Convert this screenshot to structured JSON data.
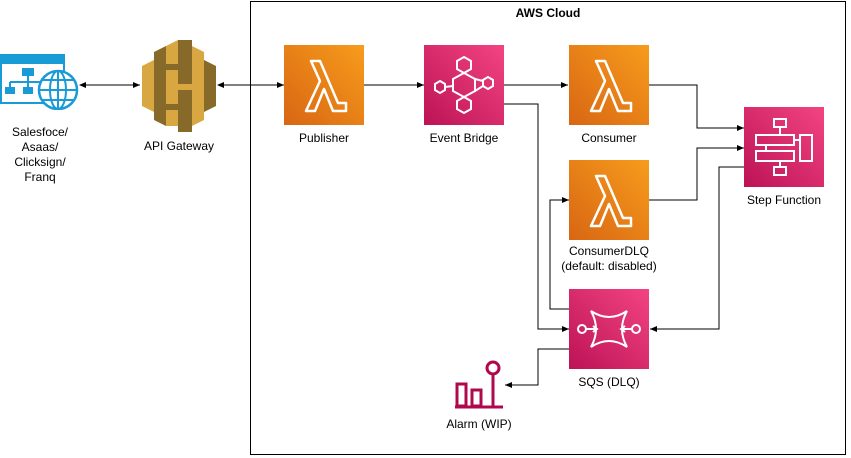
{
  "cloud": {
    "title": "AWS Cloud"
  },
  "nodes": {
    "client": {
      "label": "Salesfoce/\nAsaas/\nClicksign/\nFranq",
      "icon": "web-app-icon"
    },
    "api_gateway": {
      "label": "API Gateway",
      "icon": "api-gateway-icon"
    },
    "publisher": {
      "label": "Publisher",
      "icon": "lambda-icon"
    },
    "event_bridge": {
      "label": "Event Bridge",
      "icon": "eventbridge-icon"
    },
    "consumer": {
      "label": "Consumer",
      "icon": "lambda-icon"
    },
    "consumer_dlq": {
      "label": "ConsumerDLQ\n(default: disabled)",
      "icon": "lambda-icon"
    },
    "step_function": {
      "label": "Step Function",
      "icon": "step-functions-icon"
    },
    "sqs": {
      "label": "SQS (DLQ)",
      "icon": "sqs-icon"
    },
    "alarm": {
      "label": "Alarm (WIP)",
      "icon": "cloudwatch-alarm-icon"
    }
  },
  "colors": {
    "lambda_top": "#f79c1c",
    "lambda_bottom": "#d86613",
    "pink_top": "#f34482",
    "pink_bottom": "#bc1356",
    "api_gateway": "#d9a741",
    "api_gateway_dark": "#876929",
    "client_blue": "#1a9ad6",
    "alarm": "#b0084d"
  }
}
